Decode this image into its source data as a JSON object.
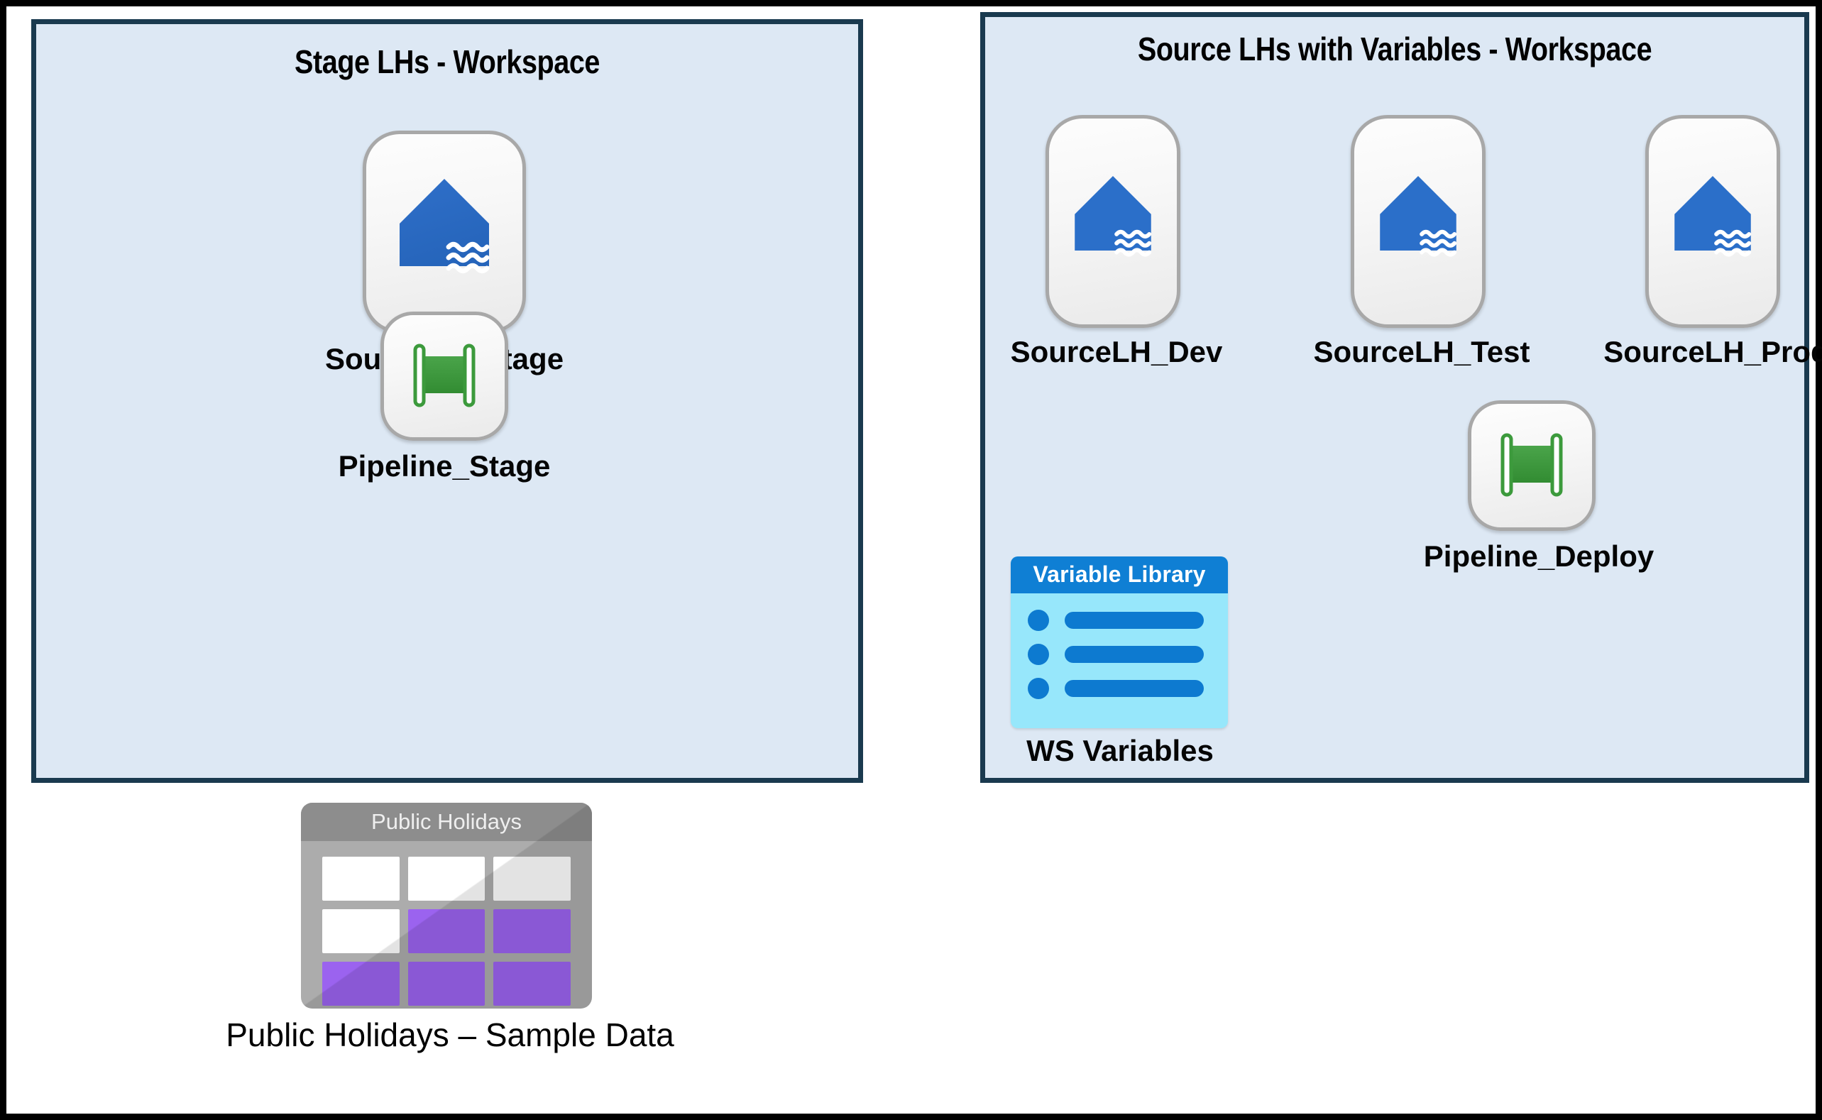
{
  "diagram": {
    "panels": [
      {
        "id": "stage",
        "title": "Stage LHs - Workspace",
        "items": [
          {
            "label": "SourceLH_Stage",
            "icon": "lakehouse-icon"
          },
          {
            "label": "Pipeline_Stage",
            "icon": "pipeline-icon"
          }
        ]
      },
      {
        "id": "source",
        "title": "Source LHs with Variables - Workspace",
        "items": [
          {
            "label": "SourceLH_Dev",
            "icon": "lakehouse-icon"
          },
          {
            "label": "SourceLH_Test",
            "icon": "lakehouse-icon"
          },
          {
            "label": "SourceLH_Prod",
            "icon": "lakehouse-icon"
          },
          {
            "label": "Pipeline_Deploy",
            "icon": "pipeline-icon"
          },
          {
            "label": "WS Variables",
            "icon": "variable-library-icon"
          }
        ]
      }
    ],
    "variable_library": {
      "header": "Variable Library",
      "rows": 3
    },
    "table_artifact": {
      "header": "Public Holidays",
      "caption": "Public Holidays – Sample Data",
      "cells": [
        [
          "white",
          "white",
          "white"
        ],
        [
          "white",
          "purple",
          "purple"
        ],
        [
          "purple",
          "purple",
          "purple"
        ]
      ]
    },
    "colors": {
      "panel_fill": "#dde8f4",
      "panel_border": "#1a3a4f",
      "frame": "#000000",
      "lakehouse_blue": "#2b6fc9",
      "pipeline_green": "#3c9a3c",
      "variable_header_blue": "#0f7fd4",
      "variable_body_cyan": "#97e7fb",
      "table_gray": "#acacac",
      "table_header_gray": "#8d8d8d",
      "table_purple": "#9b63ef"
    }
  }
}
